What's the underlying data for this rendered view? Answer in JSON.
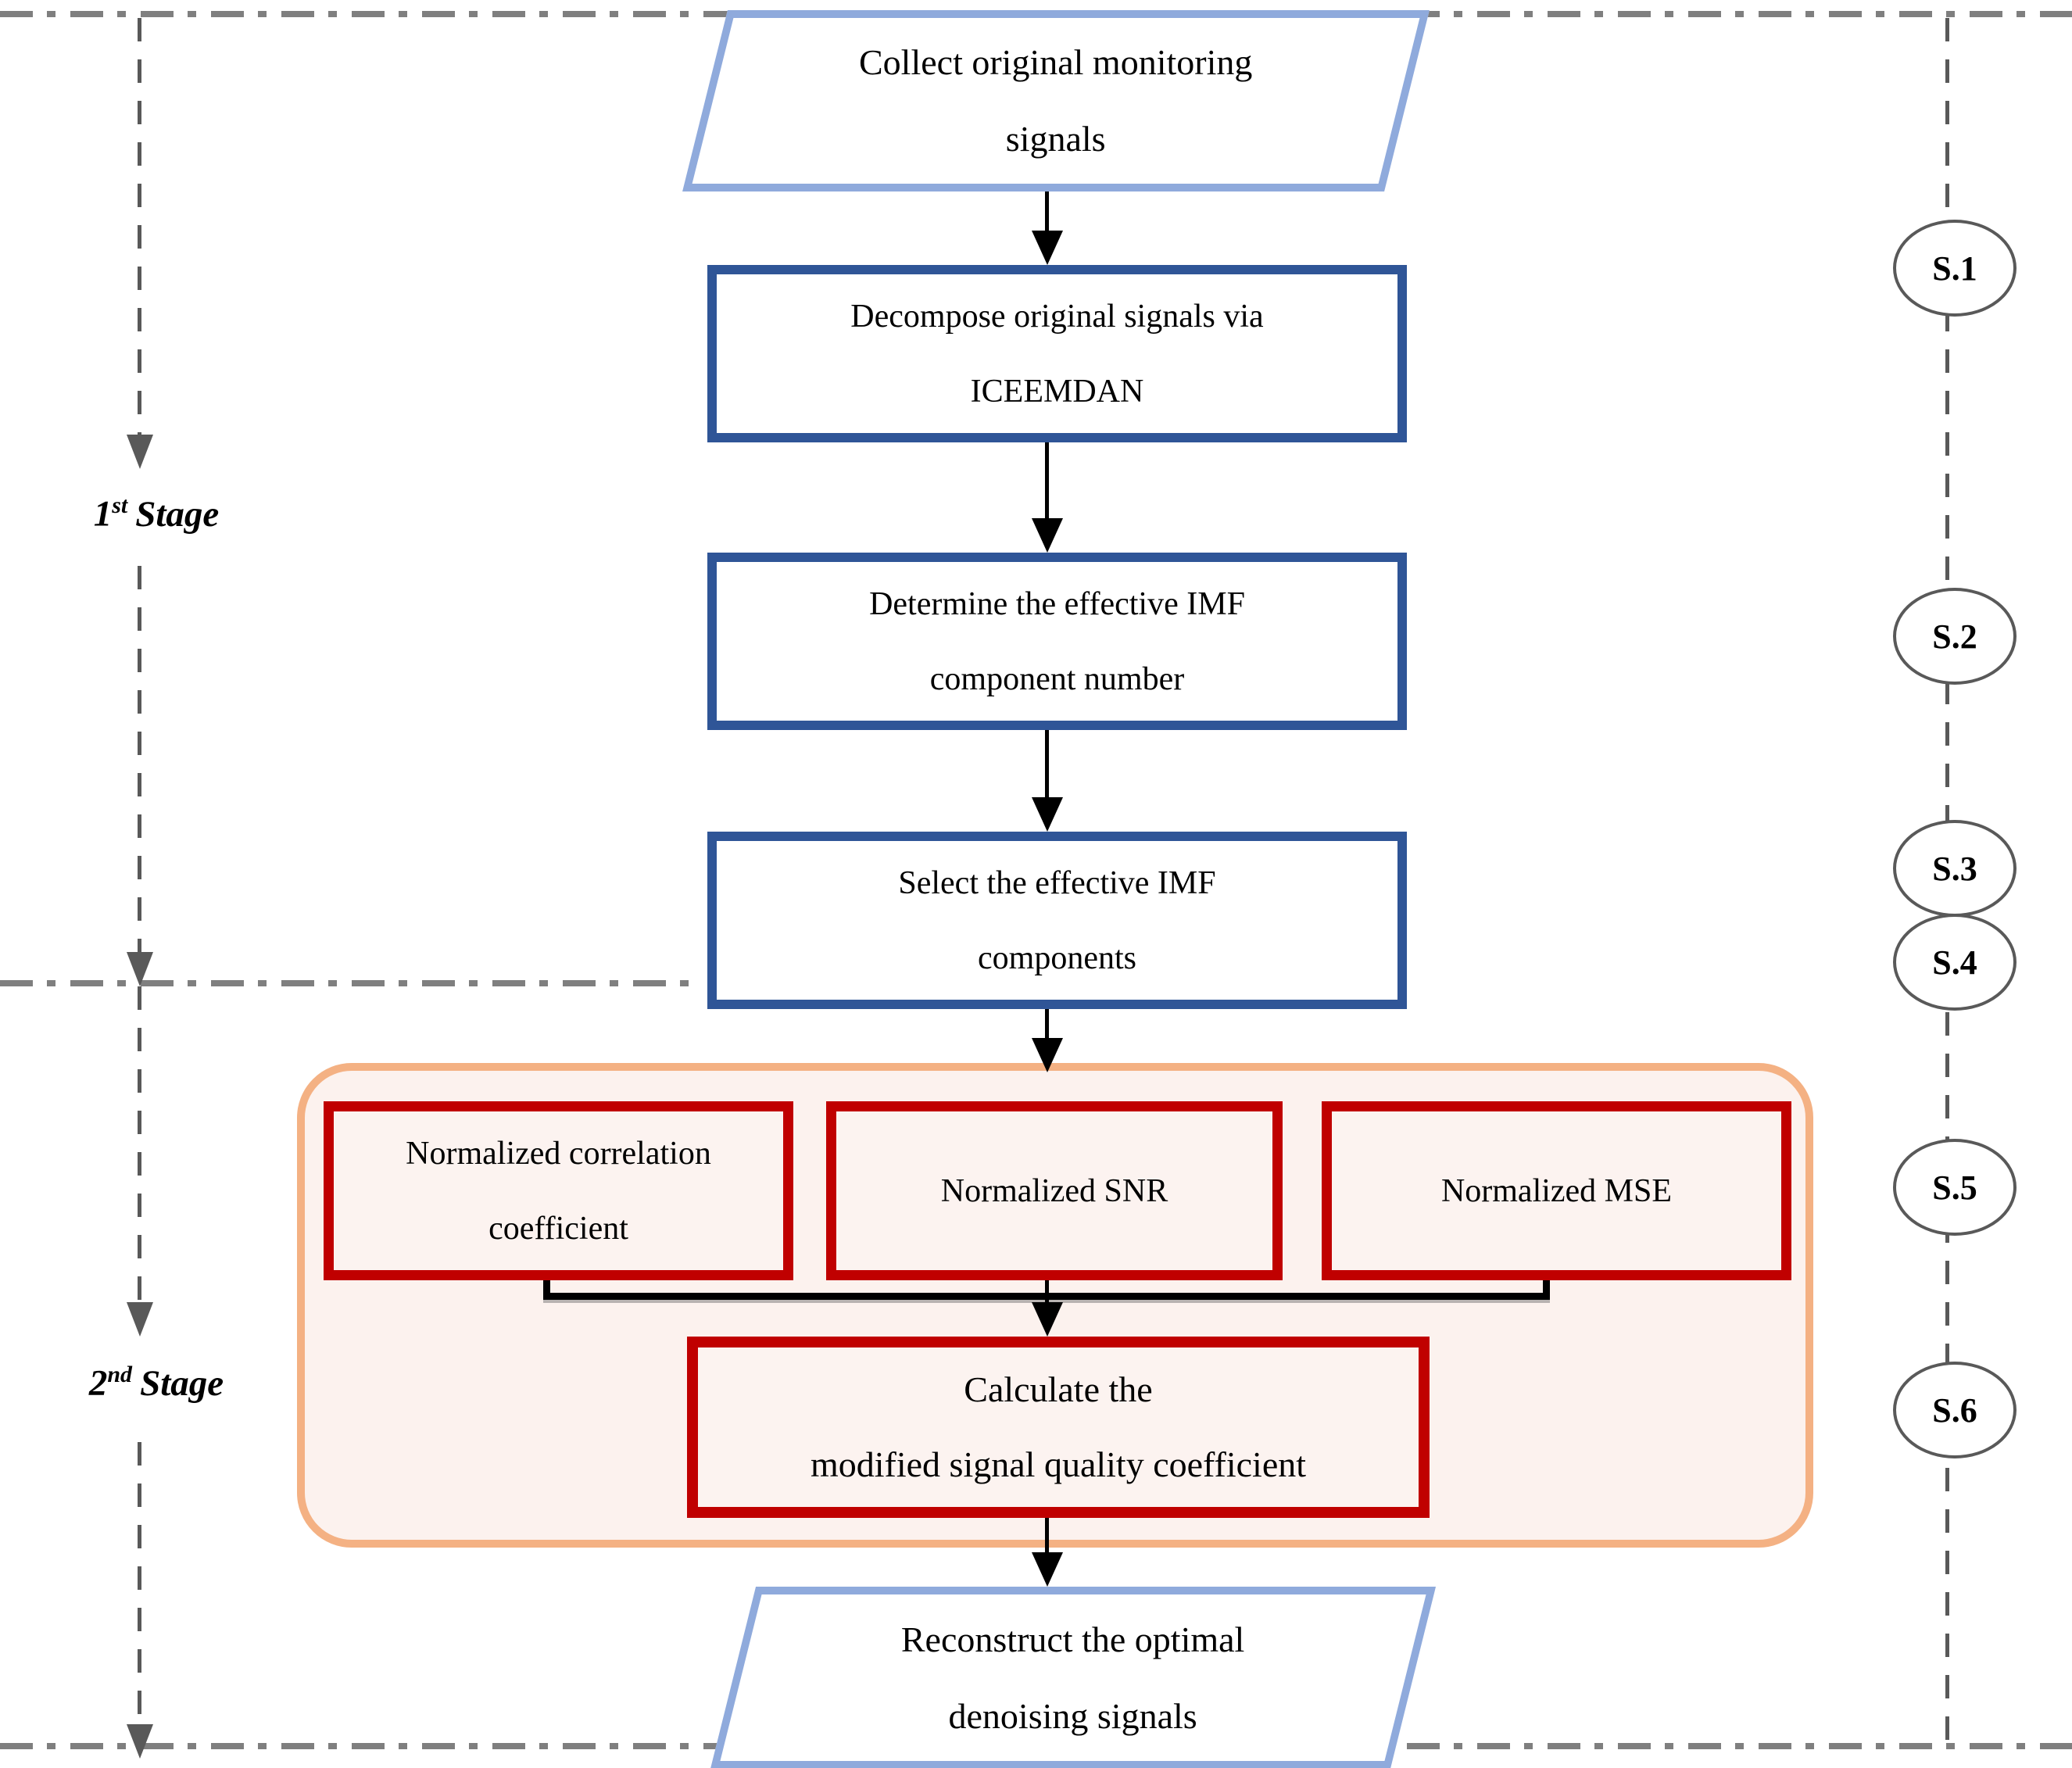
{
  "flowchart": {
    "nodes": {
      "collect": {
        "line1": "Collect original monitoring",
        "line2": "signals"
      },
      "decompose": {
        "line1": "Decompose original signals via",
        "line2": "ICEEMDAN"
      },
      "determine": {
        "line1": "Determine the effective IMF",
        "line2": "component number"
      },
      "select": {
        "line1": "Select the effective IMF",
        "line2": "components"
      },
      "ncc": {
        "line1": "Normalized correlation",
        "line2": "coefficient"
      },
      "nsnr": {
        "label": "Normalized SNR"
      },
      "nmse": {
        "label": "Normalized MSE"
      },
      "calculate": {
        "line1": "Calculate the",
        "line2": "modified signal quality coefficient"
      },
      "reconstruct": {
        "line1": "Reconstruct the optimal",
        "line2": "denoising signals"
      }
    },
    "stages": {
      "stage1": {
        "num": "1",
        "sup": "st",
        "word": "Stage"
      },
      "stage2": {
        "num": "2",
        "sup": "nd",
        "word": "Stage"
      }
    },
    "steps": [
      "S.1",
      "S.2",
      "S.3",
      "S.4",
      "S.5",
      "S.6"
    ],
    "colors": {
      "io_border": "#8FAADC",
      "process_border": "#2F5597",
      "metric_border": "#C00000",
      "container_border": "#F4B183",
      "container_fill": "#FCF2EE",
      "guide_gray": "#595959",
      "frame_gray": "#7F7F7F",
      "connector": "#000000"
    }
  }
}
